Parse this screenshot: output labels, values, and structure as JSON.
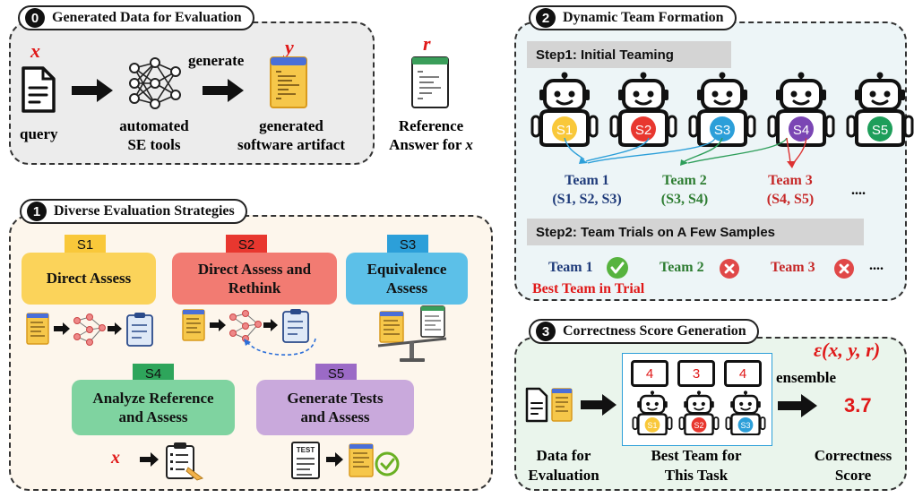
{
  "panel0": {
    "num": "0",
    "title": "Generated Data for Evaluation",
    "x_label": "x",
    "y_label": "y",
    "r_label": "r",
    "query": "query",
    "generate": "generate",
    "tools_line1": "automated",
    "tools_line2": "SE tools",
    "artifact_line1": "generated",
    "artifact_line2": "software artifact",
    "ref_line1": "Reference",
    "ref_line2": "Answer for"
  },
  "panel1": {
    "num": "1",
    "title": "Diverse Evaluation Strategies",
    "strategies": [
      {
        "tag": "S1",
        "label": "Direct Assess"
      },
      {
        "tag": "S2",
        "label": "Direct Assess and Rethink"
      },
      {
        "tag": "S3",
        "label": "Equivalence Assess"
      },
      {
        "tag": "S4",
        "label": "Analyze Reference and Assess"
      },
      {
        "tag": "S5",
        "label": "Generate Tests and Assess"
      }
    ],
    "x_label": "x",
    "test_label": "TEST"
  },
  "panel2": {
    "num": "2",
    "title": "Dynamic Team Formation",
    "step1": "Step1: Initial Teaming",
    "step2": "Step2: Team Trials on A Few Samples",
    "robots": [
      "S1",
      "S2",
      "S3",
      "S4",
      "S5"
    ],
    "teams": [
      {
        "name": "Team 1",
        "members": "(S1, S2, S3)"
      },
      {
        "name": "Team 2",
        "members": "(S3, S4)"
      },
      {
        "name": "Team 3",
        "members": "(S4, S5)"
      }
    ],
    "ellipsis": "....",
    "trial_ellipsis": "....",
    "best_team": "Best Team in Trial"
  },
  "panel3": {
    "num": "3",
    "title": "Correctness Score Generation",
    "scores": [
      "4",
      "3",
      "4"
    ],
    "robots": [
      "S1",
      "S2",
      "S3"
    ],
    "ensemble": "ensemble",
    "formula": "ε(x, y, r)",
    "result": "3.7",
    "data_line1": "Data for",
    "data_line2": "Evaluation",
    "team_line1": "Best Team for",
    "team_line2": "This Task",
    "score_line1": "Correctness",
    "score_line2": "Score"
  },
  "colors": {
    "s1": "#f9c83a",
    "s2": "#e8372f",
    "s3": "#2c9fd9",
    "s4": "#7b46b4",
    "s5": "#1e9e5a",
    "team1": "#1f3b7a",
    "team2": "#2e7d32",
    "team3": "#c62828",
    "red": "#e01818"
  }
}
